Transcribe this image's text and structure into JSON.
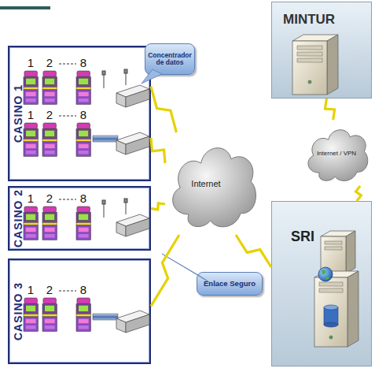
{
  "diagram": {
    "nodes": [
      {
        "text": [
          "CASINO 1"
        ]
      },
      {
        "text": [
          "CASINO 2"
        ]
      },
      {
        "text": [
          "CASINO 3"
        ]
      },
      {
        "text": [
          "Concentrador de datos"
        ]
      },
      {
        "text": [
          "Internet"
        ]
      },
      {
        "text": [
          "Enlace Seguro"
        ]
      },
      {
        "text": [
          "MINTUR"
        ]
      },
      {
        "text": [
          "Internet / VPN"
        ]
      },
      {
        "text": [
          "SRI"
        ]
      }
    ],
    "edges": [
      {
        "from": 0,
        "to": 4,
        "arrow": "none"
      },
      {
        "from": 0,
        "to": 4,
        "arrow": "none"
      },
      {
        "from": 1,
        "to": 4,
        "arrow": "none"
      },
      {
        "from": 2,
        "to": 4,
        "arrow": "none"
      },
      {
        "from": 4,
        "to": 8,
        "arrow": "none"
      },
      {
        "from": 6,
        "to": 7,
        "arrow": "none"
      },
      {
        "from": 7,
        "to": 8,
        "arrow": "none"
      }
    ],
    "labels": [
      "1",
      "2",
      "8",
      "1",
      "2",
      "8",
      "1",
      "2",
      "8",
      "1",
      "2",
      "8"
    ]
  }
}
